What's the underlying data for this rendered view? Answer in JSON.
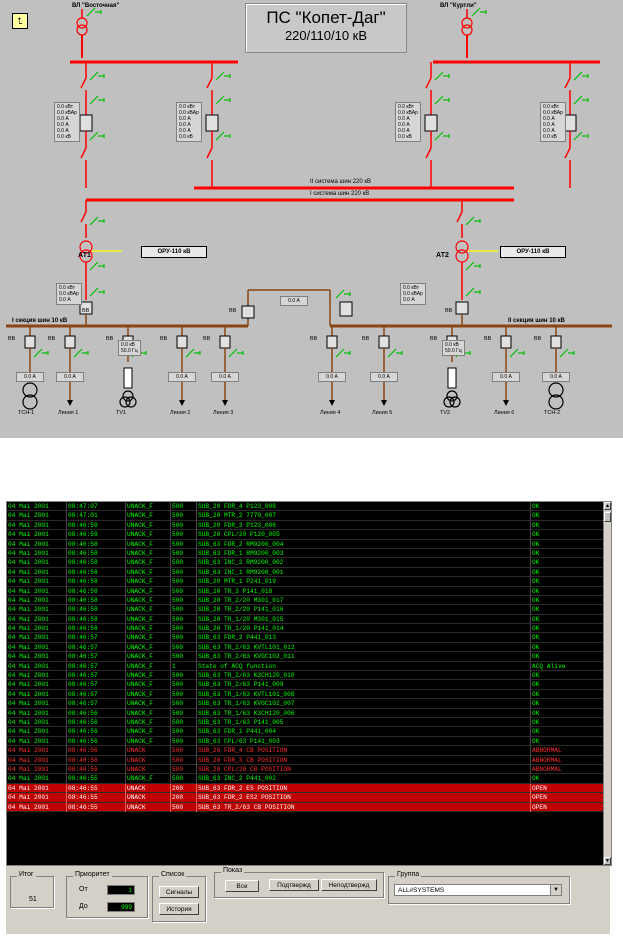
{
  "scheme": {
    "title": "ПС \"Копет-Даг\"",
    "subtitle": "220/110/10 кВ",
    "line_left": "ВЛ \"Восточная\"",
    "line_right": "ВЛ \"Куртли\"",
    "bus_2": "II система шин 220 кВ",
    "bus_1": "I система шин 220 кВ",
    "at1": "АТ1",
    "at2": "АТ2",
    "oru": "ОРУ-110 кВ",
    "sec1": "I секция шин 10 кВ",
    "sec2": "II секция шин 10 кВ",
    "vv": "ВВ",
    "meas_block": [
      "0.0 кВт",
      "0.0 кВАр",
      "0.0 А",
      "0.0 А",
      "0.0 А",
      "0.0 кВ"
    ],
    "meas_at": [
      "0.0 кВт",
      "0.0 кВАр",
      "0.0 А"
    ],
    "tv_meas": [
      "0.0 кВ",
      "50.0 Гц"
    ],
    "current": "0.0 А",
    "feeders": [
      "ТСН-1",
      "Линия 1",
      "TV1",
      "Линия 2",
      "Линия 3",
      "Линия 4",
      "Линия 5",
      "TV2",
      "Линия 6",
      "ТСН-2"
    ],
    "up_icon": "up-arrow-icon",
    "colors": {
      "bus": "#ff0000",
      "low_bus": "#8b4513",
      "switch": "#00c000",
      "bg": "#c0c0c0"
    }
  },
  "events": {
    "rows": [
      [
        "04 Mai 2001",
        "08:47:07",
        "UNACK_F",
        "500",
        "SUB_20 FDR_4 P123_008",
        "OK",
        "ok"
      ],
      [
        "04 Mai 2001",
        "08:47:01",
        "UNACK_F",
        "500",
        "SUB_20 MTR_2 7770_007",
        "OK",
        "ok"
      ],
      [
        "04 Mai 2001",
        "08:46:59",
        "UNACK_F",
        "500",
        "SUB_20 FDR_3 P123_006",
        "OK",
        "ok"
      ],
      [
        "04 Mai 2001",
        "08:46:59",
        "UNACK_F",
        "500",
        "SUB_20 CPL/20 P120_005",
        "OK",
        "ok"
      ],
      [
        "04 Mai 2001",
        "08:46:58",
        "UNACK_F",
        "500",
        "SUB_63 FDR_2 RM9200_004",
        "OK",
        "ok"
      ],
      [
        "04 Mai 2001",
        "08:46:58",
        "UNACK_F",
        "500",
        "SUB_63 FDR_1 RM9200_003",
        "OK",
        "ok"
      ],
      [
        "04 Mai 2001",
        "08:46:58",
        "UNACK_F",
        "500",
        "SUB_63 INC_2 RM9200_002",
        "OK",
        "ok"
      ],
      [
        "04 Mai 2001",
        "08:46:58",
        "UNACK_F",
        "500",
        "SUB_63 INC_1 RM9200_001",
        "OK",
        "ok"
      ],
      [
        "04 Mai 2001",
        "08:46:58",
        "UNACK_F",
        "500",
        "SUB_20 MTR_1 P241_019",
        "OK",
        "ok"
      ],
      [
        "04 Mai 2001",
        "08:46:58",
        "UNACK_F",
        "500",
        "SUB_20 TR_3 P141_018",
        "OK",
        "ok"
      ],
      [
        "04 Mai 2001",
        "08:46:58",
        "UNACK_F",
        "500",
        "SUB_20 TR_2/20 M301_017",
        "OK",
        "ok"
      ],
      [
        "04 Mai 2001",
        "08:46:58",
        "UNACK_F",
        "500",
        "SUB_20 TR_2/20 P141_016",
        "OK",
        "ok"
      ],
      [
        "04 Mai 2001",
        "08:46:58",
        "UNACK_F",
        "500",
        "SUB_20 TR_1/20 M301_015",
        "OK",
        "ok"
      ],
      [
        "04 Mai 2001",
        "08:46:58",
        "UNACK_F",
        "500",
        "SUB_20 TR_1/20 P141_014",
        "OK",
        "ok"
      ],
      [
        "04 Mai 2001",
        "08:46:57",
        "UNACK_F",
        "500",
        "SUB_63 FDR_2 P441_013",
        "OK",
        "ok"
      ],
      [
        "04 Mai 2001",
        "08:46:57",
        "UNACK_F",
        "500",
        "SUB_63 TR_2/63 KVTL101_012",
        "OK",
        "ok"
      ],
      [
        "04 Mai 2001",
        "08:46:57",
        "UNACK_F",
        "500",
        "SUB_63 TR_2/63 KVGC102_011",
        "OK",
        "ok"
      ],
      [
        "04 Mai 2001",
        "08:46:57",
        "UNACK_F",
        "1",
        "State of ACQ function",
        "ACQ Alive",
        "ok"
      ],
      [
        "04 Mai 2001",
        "08:46:57",
        "UNACK_F",
        "500",
        "SUB_63 TR_2/63 K3CH120_010",
        "OK",
        "ok"
      ],
      [
        "04 Mai 2001",
        "08:46:57",
        "UNACK_F",
        "500",
        "SUB_63 TR_2/63 P141_009",
        "OK",
        "ok"
      ],
      [
        "04 Mai 2001",
        "08:46:57",
        "UNACK_F",
        "500",
        "SUB_63 TR_1/63 KVTL101_008",
        "OK",
        "ok"
      ],
      [
        "04 Mai 2001",
        "08:46:57",
        "UNACK_F",
        "500",
        "SUB_63 TR_1/63 KVGC102_007",
        "OK",
        "ok"
      ],
      [
        "04 Mai 2001",
        "08:46:56",
        "UNACK_F",
        "500",
        "SUB_63 TR_1/63 K3CH120_006",
        "OK",
        "ok"
      ],
      [
        "04 Mai 2001",
        "08:46:56",
        "UNACK_F",
        "500",
        "SUB_63 TR_1/63 P141_005",
        "OK",
        "ok"
      ],
      [
        "04 Mai 2001",
        "08:46:56",
        "UNACK_F",
        "500",
        "SUB_63 FDR_1 P441_004",
        "OK",
        "ok"
      ],
      [
        "04 Mai 2001",
        "08:46:56",
        "UNACK_F",
        "500",
        "SUB_63 CPL/63 P141_003",
        "OK",
        "ok"
      ],
      [
        "04 Mai 2001",
        "08:46:56",
        "UNACK",
        "500",
        "SUB_20 FDR_4 CB POSITION",
        "ABNORMAL",
        "alarm"
      ],
      [
        "04 Mai 2001",
        "08:46:56",
        "UNACK",
        "500",
        "SUB_20 FDR_3 CB POSITION",
        "ABNORMAL",
        "alarm"
      ],
      [
        "04 Mai 2001",
        "08:46:56",
        "UNACK",
        "500",
        "SUB_20 CPL/20 CB POSITION",
        "ABNORMAL",
        "alarm"
      ],
      [
        "04 Mai 2001",
        "08:46:55",
        "UNACK_F",
        "500",
        "SUB_63 INC_2 P441_002",
        "OK",
        "ok"
      ],
      [
        "04 Mai 2001",
        "08:46:55",
        "UNACK",
        "200",
        "SUB_63 FDR_2 ES POSITION",
        "OPEN",
        "sel"
      ],
      [
        "04 Mai 2001",
        "08:46:55",
        "UNACK",
        "200",
        "SUB_63 FDR_2 ES2 POSITION",
        "OPEN",
        "sel"
      ],
      [
        "04 Mai 2001",
        "08:46:55",
        "UNACK",
        "500",
        "SUB_63 TR_2/63 CB POSITION",
        "OPEN",
        "sel"
      ]
    ]
  },
  "panel": {
    "itog_label": "Итог",
    "itog_value": "51",
    "priority_label": "Приоритет",
    "from_label": "От",
    "from_value": "1",
    "to_label": "До",
    "to_value": "999",
    "list_label": "Список",
    "signals_btn": "Сигналы",
    "history_btn": "История",
    "show_label": "Показ",
    "all_btn": "Все",
    "ack_btn": "Подтвержд",
    "unack_btn": "Неподтвержд",
    "group_label": "Группа",
    "group_value": "ALL#SYSTEMS"
  }
}
